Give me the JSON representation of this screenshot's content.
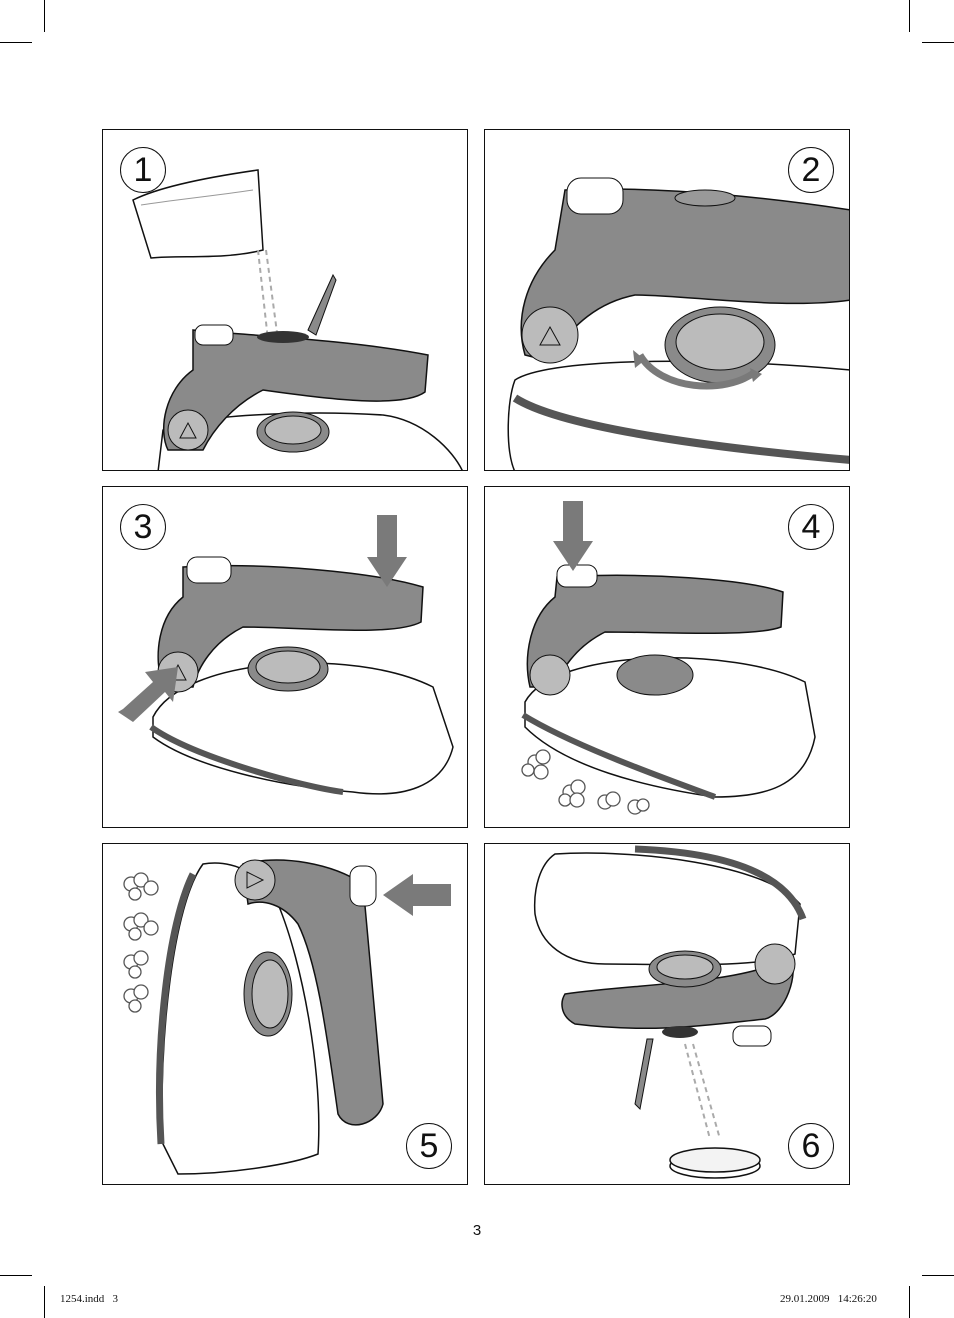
{
  "steps": [
    {
      "number": "1"
    },
    {
      "number": "2"
    },
    {
      "number": "3"
    },
    {
      "number": "4"
    },
    {
      "number": "5"
    },
    {
      "number": "6"
    }
  ],
  "page_number": "3",
  "footer": {
    "file": "1254.indd   3",
    "timestamp": "29.01.2009   14:26:20"
  },
  "colors": {
    "body_gray": "#8a8a8a",
    "arrow_gray": "#7a7a7a",
    "line": "#111111"
  }
}
